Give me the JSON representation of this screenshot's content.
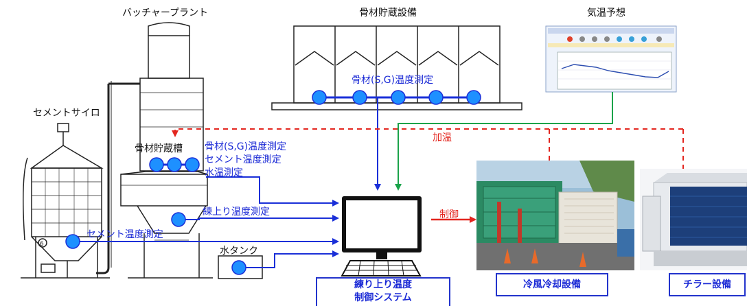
{
  "labels": {
    "batcher_plant": "バッチャープラント",
    "aggregate_storage": "骨材貯蔵設備",
    "weather_forecast": "気温予想",
    "cement_silo": "セメントサイロ",
    "aggregate_bin": "骨材貯蔵槽",
    "heating": "加温",
    "control": "制御"
  },
  "measurements": {
    "aggregate_top": "骨材(S,G)温度測定",
    "aggregate_plant": "骨材(S,G)温度測定",
    "cement_plant": "セメント温度測定",
    "water": "水温測定",
    "mixed": "練上り温度測定",
    "cement_silo": "セメント温度測定"
  },
  "water_tank": "水タンク",
  "boxes": {
    "control_system_line1": "練り上り温度",
    "control_system_line2": "制御システム",
    "cold_air": "冷風冷却設備",
    "chiller": "チラー設備"
  },
  "colors": {
    "flow_blue": "#1a2fd8",
    "heat_red": "#e3261f",
    "forecast_green": "#1aa34a",
    "sensor_fill": "#1e90ff"
  }
}
